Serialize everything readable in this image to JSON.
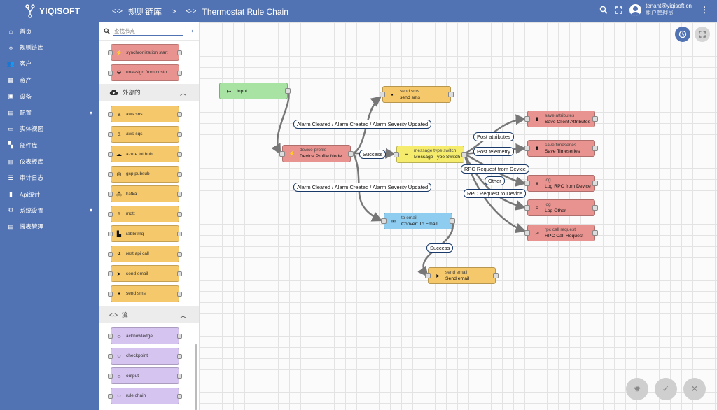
{
  "app": {
    "logo_text": "YIQISOFT"
  },
  "breadcrumb": {
    "parent": "规则链库",
    "separator": ">",
    "current": "Thermostat Rule Chain"
  },
  "user": {
    "email": "tenant@yiqisoft.cn",
    "role": "租户管理员"
  },
  "nav": [
    {
      "label": "首页",
      "icon": "home-icon"
    },
    {
      "label": "规则链库",
      "icon": "code-icon"
    },
    {
      "label": "客户",
      "icon": "customers-icon"
    },
    {
      "label": "资产",
      "icon": "asset-icon"
    },
    {
      "label": "设备",
      "icon": "device-icon"
    },
    {
      "label": "配置",
      "icon": "profile-icon",
      "expand": true
    },
    {
      "label": "实体视图",
      "icon": "entity-view-icon"
    },
    {
      "label": "部件库",
      "icon": "widgets-icon"
    },
    {
      "label": "仪表板库",
      "icon": "dashboard-icon"
    },
    {
      "label": "审计日志",
      "icon": "audit-icon"
    },
    {
      "label": "Api统计",
      "icon": "chart-icon"
    },
    {
      "label": "系统设置",
      "icon": "settings-icon",
      "expand": true
    },
    {
      "label": "报表管理",
      "icon": "report-icon"
    }
  ],
  "library": {
    "search_placeholder": "查找节点",
    "top_nodes": [
      {
        "label": "synchronization start",
        "color": "#e8938f",
        "icon": "⚡"
      },
      {
        "label": "unassign from custo...",
        "color": "#e8938f",
        "icon": "⊖"
      }
    ],
    "external": {
      "title": "外部的",
      "nodes": [
        {
          "label": "aws sns",
          "icon": "a"
        },
        {
          "label": "aws sqs",
          "icon": "a"
        },
        {
          "label": "azure iot hub",
          "icon": "☁"
        },
        {
          "label": "gcp pubsub",
          "icon": "◎"
        },
        {
          "label": "kafka",
          "icon": "⁂"
        },
        {
          "label": "mqtt",
          "icon": "ᵞ"
        },
        {
          "label": "rabbitmq",
          "icon": "▙"
        },
        {
          "label": "rest api call",
          "icon": "↯"
        },
        {
          "label": "send email",
          "icon": "➤"
        },
        {
          "label": "send sms",
          "icon": "▪"
        }
      ],
      "color": "#f5c86b"
    },
    "flow": {
      "title": "流",
      "nodes": [
        {
          "label": "acknowledge"
        },
        {
          "label": "checkpoint"
        },
        {
          "label": "output"
        },
        {
          "label": "rule chain"
        }
      ],
      "color": "#d5c4ef"
    }
  },
  "rule_nodes": [
    {
      "id": "input",
      "type": "",
      "name": "Input",
      "color": "#a9e3a4",
      "icon": "↦",
      "left_port": false
    },
    {
      "id": "profile",
      "type": "device profile",
      "name": "Device Profile Node",
      "color": "#e8938f",
      "icon": "⚡"
    },
    {
      "id": "sendsms",
      "type": "send sms",
      "name": "send sms",
      "color": "#f5c86b",
      "icon": "▪"
    },
    {
      "id": "switch",
      "type": "message type switch",
      "name": "Message Type Switch",
      "color": "#f5ec6e",
      "icon": "≡"
    },
    {
      "id": "saveattr",
      "type": "save attributes",
      "name": "Save Client Attributes",
      "color": "#e8938f",
      "icon": "⬆"
    },
    {
      "id": "savets",
      "type": "save timeseries",
      "name": "Save Timeseries",
      "color": "#e8938f",
      "icon": "⬆"
    },
    {
      "id": "logrpc",
      "type": "log",
      "name": "Log RPC from Device",
      "color": "#e8938f",
      "icon": "≡"
    },
    {
      "id": "logother",
      "type": "log",
      "name": "Log Other",
      "color": "#e8938f",
      "icon": "≡"
    },
    {
      "id": "rpccall",
      "type": "rpc call request",
      "name": "RPC Call Request",
      "color": "#e8938f",
      "icon": "↗"
    },
    {
      "id": "toemail",
      "type": "to email",
      "name": "Convert To Email",
      "color": "#8fcdf0",
      "icon": "✉"
    },
    {
      "id": "sendemail",
      "type": "send email",
      "name": "Send email",
      "color": "#f5c86b",
      "icon": "➤"
    }
  ],
  "edge_labels": [
    "Alarm Cleared / Alarm Created / Alarm Severity Updated",
    "Success",
    "Alarm Cleared / Alarm Created / Alarm Severity Updated",
    "Post attributes",
    "Post telemetry",
    "RPC Request from Device",
    "Other",
    "RPC Request to Device",
    "Success"
  ],
  "colors": {
    "brand": "#5173b3",
    "wire": "#777777"
  }
}
